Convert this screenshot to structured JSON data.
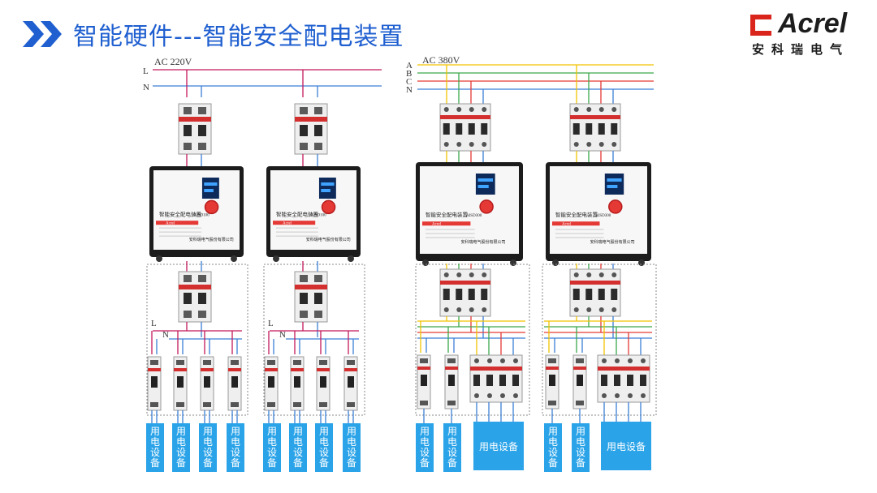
{
  "title": "智能硬件---智能安全配电装置",
  "logo": {
    "brand": "Acrel",
    "subtitle": "安科瑞电气"
  },
  "left_system": {
    "supply": "AC 220V",
    "line_labels": [
      "L",
      "N"
    ],
    "panels": [
      {
        "name": "智能安全配电装置",
        "model": "AISD100",
        "company": "安科瑞电气股份有限公司",
        "brand": "Acrel"
      },
      {
        "name": "智能安全配电装置",
        "model": "AISD100",
        "company": "安科瑞电气股份有限公司",
        "brand": "Acrel"
      }
    ],
    "branch_labels": [
      "L",
      "N"
    ],
    "load_label": "用电设备"
  },
  "right_system": {
    "supply": "AC 380V",
    "line_labels": [
      "A",
      "B",
      "C",
      "N"
    ],
    "panels": [
      {
        "name": "智能安全配电装置",
        "model": "AISD300",
        "company": "安科瑞电气股份有限公司",
        "brand": "Acrel"
      },
      {
        "name": "智能安全配电装置",
        "model": "AISD300",
        "company": "安科瑞电气股份有限公司",
        "brand": "Acrel"
      }
    ],
    "load_label": "用电设备"
  },
  "colors": {
    "title": "#1f5fd0",
    "live": "#c2185b",
    "neutral": "#3b7fd6",
    "phase_a": "#f2c200",
    "phase_b": "#3aa84a",
    "phase_c": "#e53935",
    "load_box": "#2aa3e8",
    "logo_red": "#d9251c"
  }
}
